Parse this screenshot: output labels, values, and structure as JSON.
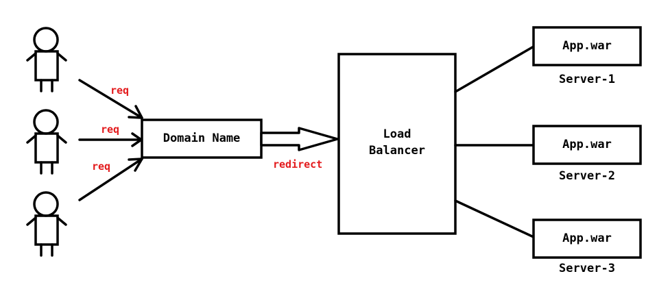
{
  "users": [
    {
      "req_label": "req"
    },
    {
      "req_label": "req"
    },
    {
      "req_label": "req"
    }
  ],
  "domain": {
    "label": "Domain Name"
  },
  "redirect_label": "redirect",
  "load_balancer": {
    "line1": "Load",
    "line2": "Balancer"
  },
  "servers": [
    {
      "app": "App.war",
      "name": "Server-1"
    },
    {
      "app": "App.war",
      "name": "Server-2"
    },
    {
      "app": "App.war",
      "name": "Server-3"
    }
  ],
  "colors": {
    "stroke": "#000000",
    "annotation": "#e31a1c"
  }
}
